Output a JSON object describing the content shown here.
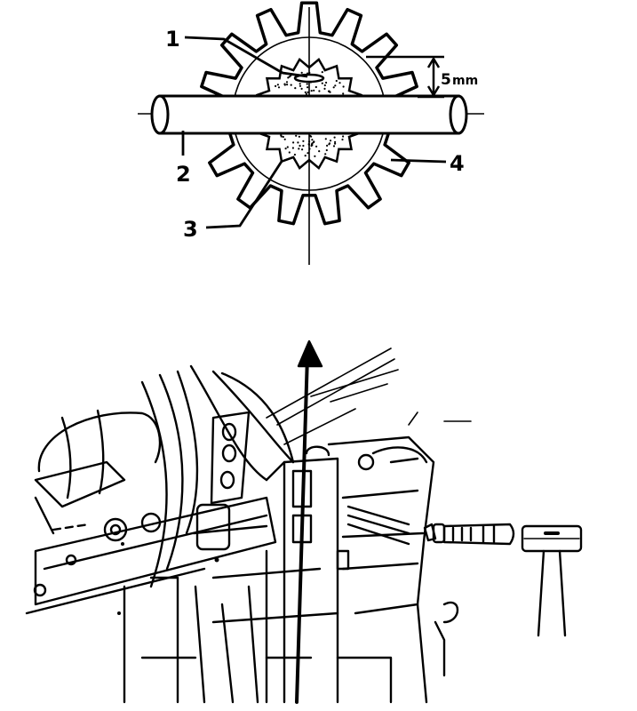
{
  "top_diagram": {
    "callouts": [
      "1",
      "2",
      "3",
      "4"
    ],
    "dimension": {
      "value": "5",
      "unit": "mm"
    }
  },
  "bottom_diagram": {
    "arrow_direction": "up",
    "tools": [
      "drift-punch",
      "hammer"
    ]
  },
  "colors": {
    "ink": "#000000",
    "paper": "#ffffff"
  }
}
